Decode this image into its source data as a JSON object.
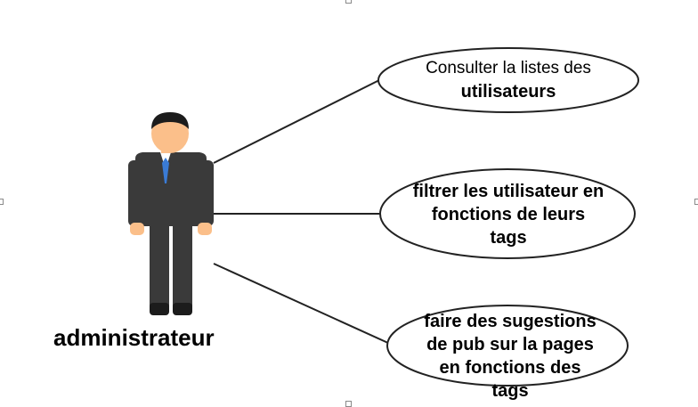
{
  "actor": {
    "label": "administrateur"
  },
  "use_cases": [
    {
      "line1": "Consulter la listes des",
      "line2": "utilisateurs"
    },
    {
      "line1": "filtrer les utilisateur en",
      "line2": "fonctions de leurs",
      "line3": "tags"
    },
    {
      "line1": "faire des sugestions",
      "line2": "de pub sur la pages",
      "line3": "en fonctions des",
      "line4": "tags"
    }
  ],
  "colors": {
    "suit": "#3a3a3a",
    "skin": "#fbbf8a",
    "hair": "#1c1c1c",
    "tie": "#3a7bd5",
    "line": "#222222"
  }
}
